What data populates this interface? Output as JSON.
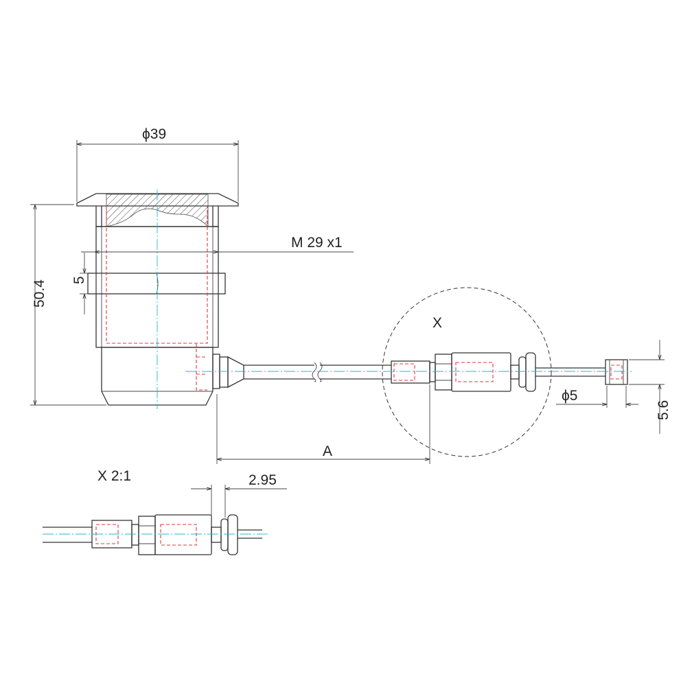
{
  "labels": {
    "diameter_39": "ϕ39",
    "thread": "M 29 x1",
    "dim_5": "5",
    "height_50_4": "50.4",
    "detail_marker": "X",
    "dim_a": "A",
    "diameter_5": "ϕ5",
    "dim_5_6": "5.6",
    "detail_scale": "X 2:1",
    "dim_2_95": "2.95"
  },
  "colors": {
    "outline": "#333333",
    "hidden_line": "#e0353d",
    "center_line": "#22b8d0"
  }
}
